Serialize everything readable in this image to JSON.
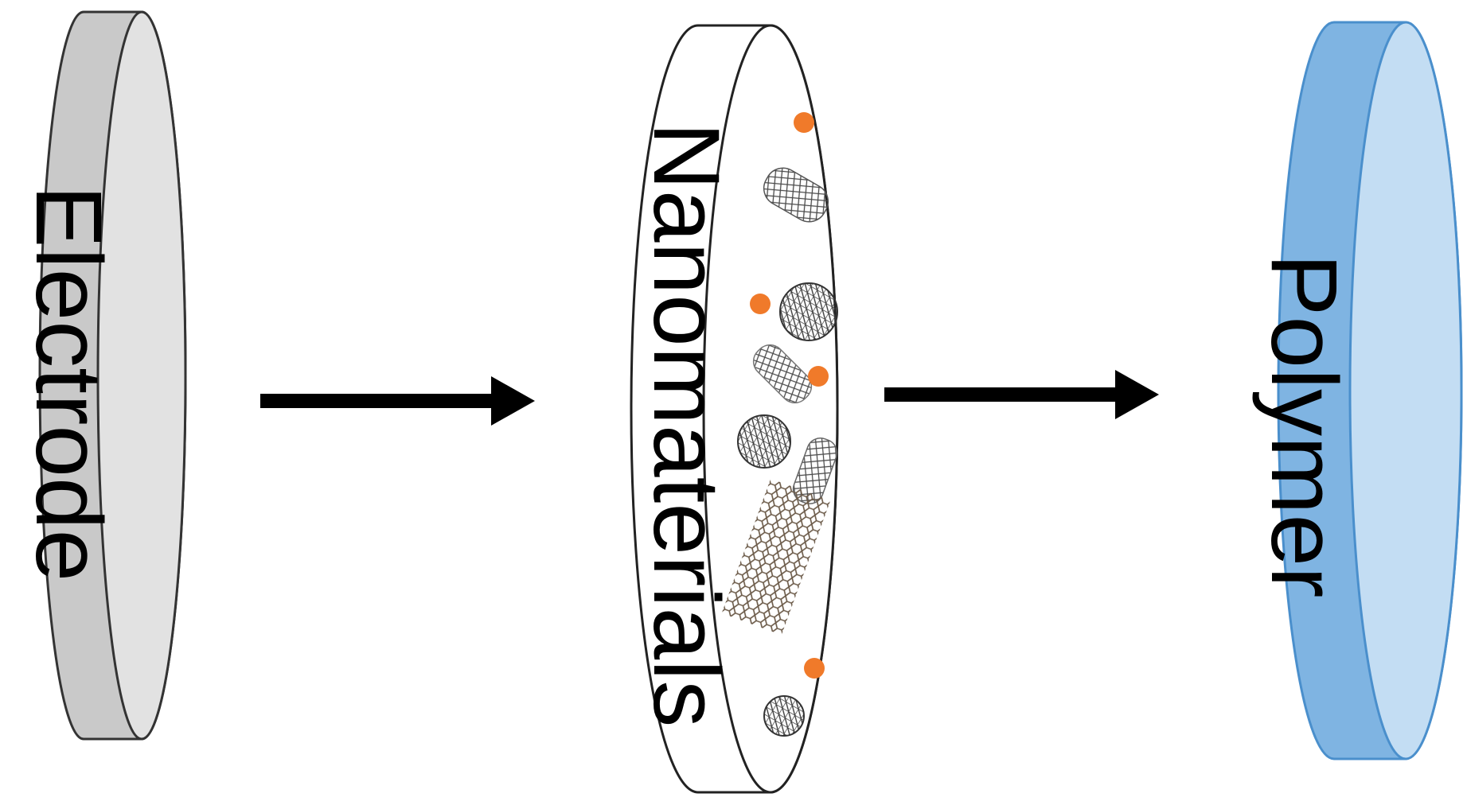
{
  "diagram": {
    "stages": [
      {
        "label": "Electrode",
        "color": "#c9c9c9",
        "face_color": "#e2e2e2"
      },
      {
        "label": "Nanomaterials",
        "color": "#ffffff",
        "face_color": "#ffffff"
      },
      {
        "label": "Polymer",
        "color": "#7fb4e2",
        "face_color": "#c3ddf3"
      }
    ],
    "arrow_color": "#000000",
    "particle_color": "#f07a2a"
  }
}
